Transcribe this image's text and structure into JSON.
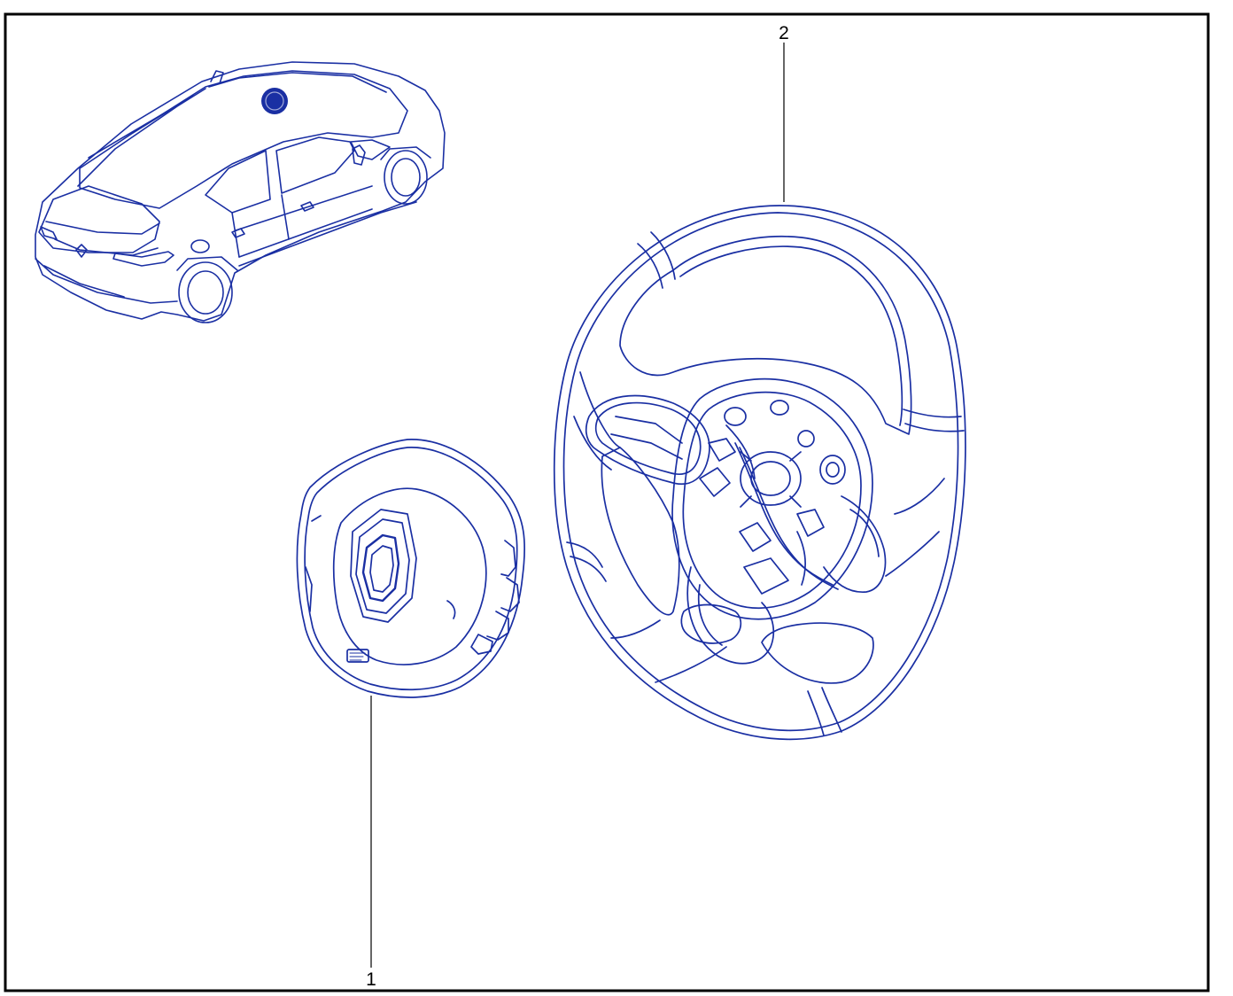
{
  "diagram": {
    "colors": {
      "line": "#1a2fa3",
      "frame": "#000000",
      "background": "#ffffff"
    },
    "parts": [
      {
        "id": "airbag-module",
        "callout": "1"
      },
      {
        "id": "steering-wheel",
        "callout": "2"
      }
    ],
    "locator": {
      "id": "vehicle-locator",
      "icon": "sedan-rear-three-quarter-icon"
    }
  }
}
